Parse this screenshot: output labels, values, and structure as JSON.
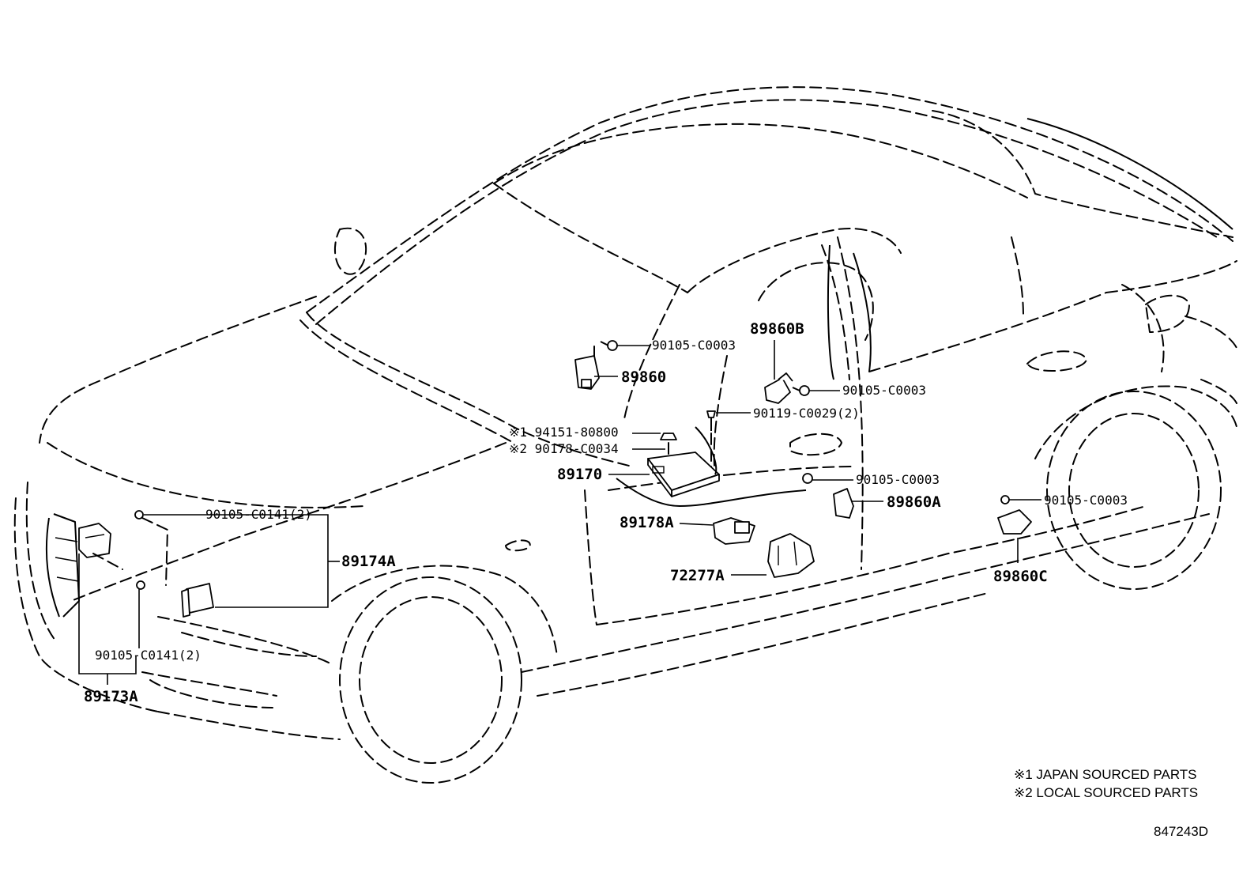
{
  "labels": {
    "p90105_c0003_a": "90105-C0003",
    "p89860": "89860",
    "p89860b": "89860B",
    "p90105_c0003_b": "90105-C0003",
    "p90119_c0029": "90119-C0029(2)",
    "p94151_80800": "※1 94151-80800",
    "p90178_c0034": "※2 90178-C0034",
    "p89170": "89170",
    "p90105_c0003_c": "90105-C0003",
    "p89860a": "89860A",
    "p90105_c0003_d": "90105-C0003",
    "p89178a": "89178A",
    "p72277a": "72277A",
    "p89860c": "89860C",
    "p90105_c0141_a": "90105-C0141(2)",
    "p89174a": "89174A",
    "p90105_c0141_b": "90105-C0141(2)",
    "p89173a": "89173A"
  },
  "notes": {
    "note1": "※1 JAPAN SOURCED PARTS",
    "note2": "※2 LOCAL SOURCED PARTS"
  },
  "diagram_id": "847243D"
}
